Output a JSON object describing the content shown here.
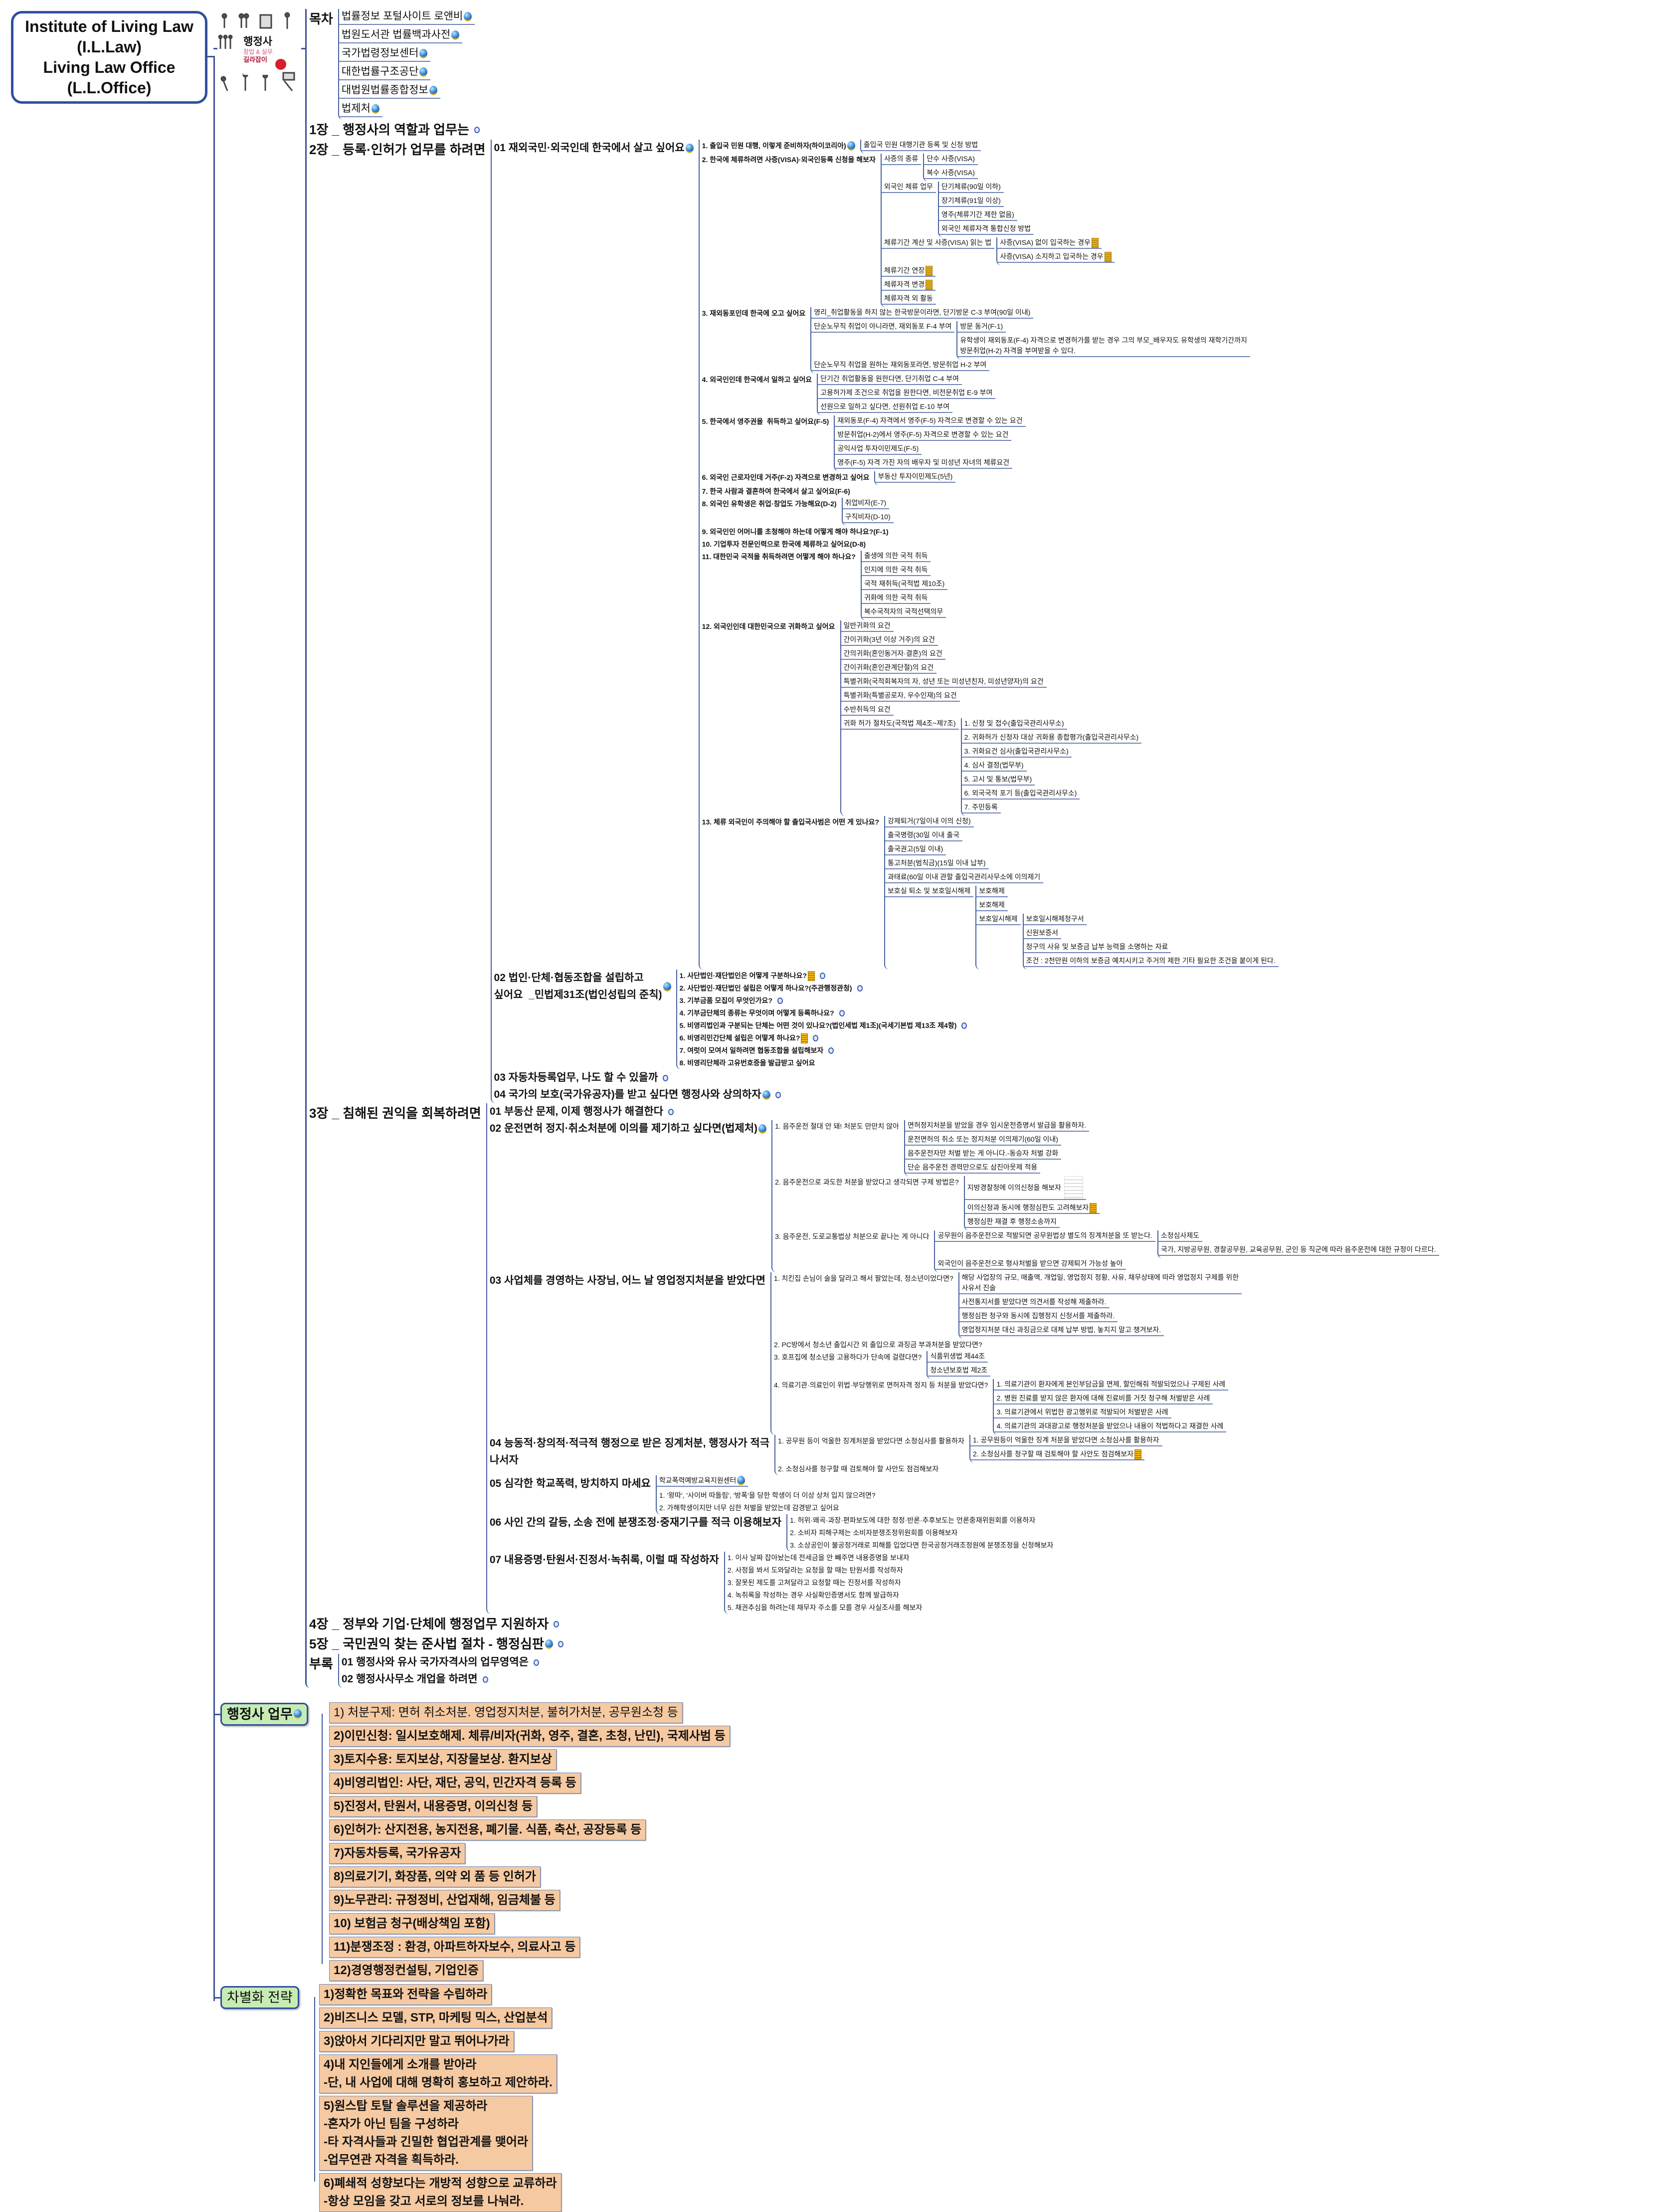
{
  "root": {
    "lines": [
      "Institute of Living Law",
      "(I.L.Law)",
      "Living Law Office",
      "(L.L.Office)"
    ]
  },
  "cover": {
    "title": "행정사",
    "subtitle": "창업 & 실무",
    "tagline": "길라잡이"
  },
  "colors": {
    "branch": "#3c5596",
    "box_fill": "#f5c9a1",
    "section_fill": "#c6ecb4",
    "root_border": "#2f4f9f"
  },
  "tree": [
    {
      "t": "목차",
      "c": [
        {
          "t": "법률정보 포털사이트 로앤비",
          "i": "globe"
        },
        {
          "t": "법원도서관 법률백과사전",
          "i": "globe"
        },
        {
          "t": "국가법령정보센터",
          "i": "globe"
        },
        {
          "t": "대한법률구조공단",
          "i": "globe"
        },
        {
          "t": "대법원법률종합정보",
          "i": "globe"
        },
        {
          "t": "법제처",
          "i": "globe"
        }
      ]
    },
    {
      "t": "1장 _ 행정사의 역할과 업무는",
      "i": "plus"
    },
    {
      "t": "2장 _ 등록·인허가 업무를 하려면",
      "c": [
        {
          "t": "01 재외국민·외국인데 한국에서 살고 싶어요",
          "i": "globe",
          "c": [
            {
              "t": "1. 출입국 민원 대행, 이렇게 준비하자(하이코리아)",
              "i": "globe",
              "c": [
                {
                  "t": "출입국 민원 대행기관 등록 및 신청 방법"
                }
              ]
            },
            {
              "t": "2. 한국에 체류하려면 사증(VISA)·외국인등록 신청을 해보자",
              "c": [
                {
                  "t": "사증의 종류",
                  "c": [
                    {
                      "t": "단수 사증(VISA)"
                    },
                    {
                      "t": "복수 사증(VISA)"
                    }
                  ]
                },
                {
                  "t": "외국인 체류 업무",
                  "c": [
                    {
                      "t": "단기체류(90일 이하)"
                    },
                    {
                      "t": "장기체류(91일 이상)"
                    },
                    {
                      "t": "영주(체류기간 제한 없음)"
                    },
                    {
                      "t": "외국인 체류자격 통합신청 방법"
                    }
                  ]
                },
                {
                  "t": "체류기간 계산 및 사증(VISA) 읽는 법",
                  "c": [
                    {
                      "t": "사증(VISA) 없이 입국하는 경우",
                      "i": "note"
                    },
                    {
                      "t": "사증(VISA) 소지하고 입국하는 경우",
                      "i": "note"
                    }
                  ]
                },
                {
                  "t": "체류기간 연장",
                  "i": "note"
                },
                {
                  "t": "체류자격 변경",
                  "i": "note"
                },
                {
                  "t": "체류자격 외 활동"
                }
              ]
            },
            {
              "t": "3. 재외동포인데 한국에 오고 싶어요",
              "c": [
                {
                  "t": "영리_취업활동을 하지 않는 한국방문이라면, 단기방문 C-3 부여(90일 이내)"
                },
                {
                  "t": "단순노무직 취업이 아니라면, 재외동포 F-4 부여",
                  "c": [
                    {
                      "t": "방문 동거(F-1)"
                    },
                    {
                      "t": "유학생이 재외동포(F-4) 자격으로 변경허가를 받는 경우 그의 부모_배우자도 유학생의 재학기간까지\n방문취업(H-2) 자격을 부여받을 수 있다."
                    }
                  ]
                },
                {
                  "t": "단순노무직 취업을 원하는 재외동포라면, 방문취업 H-2 부여"
                }
              ]
            },
            {
              "t": "4. 외국인인데 한국에서 일하고 싶어요",
              "c": [
                {
                  "t": "단기간 취업활동을 원한다면, 단기취업 C-4 부여"
                },
                {
                  "t": "고용허가제 조건으로 취업을 원한다면, 비전문취업 E-9 부여"
                },
                {
                  "t": "선원으로 일하고 싶다면, 선원취업 E-10 부여"
                }
              ]
            },
            {
              "t": "5. 한국에서 영주권을  취득하고 싶어요(F-5)",
              "c": [
                {
                  "t": "재외동포(F-4) 자격에서 영주(F-5) 자격으로 변경할 수 있는 요건"
                },
                {
                  "t": "방문취업(H-2)에서 영주(F-5) 자격으로 변경할 수 있는 요건"
                },
                {
                  "t": "공익사업 투자이민제도(F-5)"
                },
                {
                  "t": "영주(F-5) 자격 가진 자의 배우자 및 미성년 자녀의 체류요건"
                }
              ]
            },
            {
              "t": "6. 외국인 근로자인데 거주(F-2) 자격으로 변경하고 싶어요",
              "c": [
                {
                  "t": "부동산 투자이민제도(5년)"
                }
              ]
            },
            {
              "t": "7. 한국 사람과 결혼하여 한국에서 살고 싶어요(F-6)"
            },
            {
              "t": "8. 외국인 유학생은 취업·창업도 가능해요(D-2)",
              "c": [
                {
                  "t": "취업비자(E-7)"
                },
                {
                  "t": "구직비자(D-10)"
                }
              ]
            },
            {
              "t": "9. 외국인인 어머니를 초청해야 하는데 어떻게 해야 하나요?(F-1)"
            },
            {
              "t": "10. 기업투자 전문인력으로 한국에 체류하고 싶어요(D-8)"
            },
            {
              "t": "11. 대한민국 국적을 취득하려면 어떻게 해야 하나요?",
              "c": [
                {
                  "t": "출생에 의한 국적 취득"
                },
                {
                  "t": "인지에 의한 국적 취득"
                },
                {
                  "t": "국적 재취득(국적법 제10조)"
                },
                {
                  "t": "귀화에 의한 국적 취득"
                },
                {
                  "t": "복수국적자의 국적선택의무"
                }
              ]
            },
            {
              "t": "12. 외국인인데 대한민국으로 귀화하고 싶어요",
              "c": [
                {
                  "t": "일반귀화의 요건"
                },
                {
                  "t": "간이귀화(3년 이상 거주)의 요건"
                },
                {
                  "t": "간의귀화(혼인동거자·결혼)의 요건"
                },
                {
                  "t": "간이귀화(혼인관계단절)의 요건"
                },
                {
                  "t": "특별귀화(국적회복자의 자, 성년 또는 미성년친자, 미성년양자)의 요건"
                },
                {
                  "t": "특별귀화(특별공로자, 우수인재)의 요건"
                },
                {
                  "t": "수반취득의 요건"
                },
                {
                  "t": "귀화 허가 절차도(국적법 제4조~제7조)",
                  "c": [
                    {
                      "t": "1. 신청 및 접수(출입국관리사무소)"
                    },
                    {
                      "t": "2. 귀화허가 신청자 대상 귀화용 종합평가(출입국관리사무소)"
                    },
                    {
                      "t": "3. 귀화요건 심사(출입국관리사무소)"
                    },
                    {
                      "t": "4. 심사 결정(법무부)"
                    },
                    {
                      "t": "5. 고시 및 통보(법무부)"
                    },
                    {
                      "t": "6. 외국국적 포기 등(출입국관리사무소)"
                    },
                    {
                      "t": "7. 주민등록"
                    }
                  ]
                }
              ]
            },
            {
              "t": "13. 체류 외국인이 주의해야 할 출입국사범은 어떤 게 있나요?",
              "c": [
                {
                  "t": "강제퇴거(7일이내 이의 신청)"
                },
                {
                  "t": "출국명령(30일 이내 출국"
                },
                {
                  "t": "출국권고(5일 이내)"
                },
                {
                  "t": "통고처분(범칙금)(15일 이내 납부)"
                },
                {
                  "t": "과태료(60일 이내 관할 출입국관리사무소에 이의제기"
                },
                {
                  "t": "보호실 퇴소 및 보호일시해제",
                  "c": [
                    {
                      "t": "보호해제"
                    },
                    {
                      "t": "보호해제"
                    },
                    {
                      "t": "보호일시해제",
                      "c": [
                        {
                          "t": "보호일시해제청구서"
                        },
                        {
                          "t": "신원보증서"
                        },
                        {
                          "t": "청구의 사유 및 보증금 납부 능력을 소명하는 자료"
                        },
                        {
                          "t": "조건 : 2천만원 이하의 보증금 예치시키고 주거의 제한 기타 필요한 조건을 붙이게 된다."
                        }
                      ]
                    }
                  ]
                }
              ]
            }
          ]
        },
        {
          "t": "02 법인·단체·협동조합을 설립하고\n싶어요  _민법제31조(법인성립의 준칙)",
          "i": "globe",
          "c": [
            {
              "t": "1. 사단법인·재단법인은 어떻게 구분하나요?",
              "i": "note",
              "i2": "plus"
            },
            {
              "t": "2. 사단법인·재단법인 설립은 어떻게 하나요?(주관행정관청)",
              "i": "plus"
            },
            {
              "t": "3. 기부금품 모집이 무엇인가요?",
              "i": "plus"
            },
            {
              "t": "4. 기부금단체의 종류는 무엇이며 어떻게 등록하나요?",
              "i": "plus"
            },
            {
              "t": "5. 비영리법인과 구분되는 단체는 어떤 것이 있나요?(법인세법 제1조)(국세기본법 제13조 제4항)",
              "i": "plus"
            },
            {
              "t": "6. 비영리민간단체 설립은 어떻게 하나요?",
              "i": "note",
              "i2": "plus"
            },
            {
              "t": "7. 여럿이 모여서 일하려면 협동조합을 설립해보자",
              "i": "plus"
            },
            {
              "t": "8. 비영리단체라 고유번호증을 발급받고 싶어요"
            }
          ]
        },
        {
          "t": "03 자동차등록업무, 나도 할 수 있을까",
          "i": "plus"
        },
        {
          "t": "04 국가의 보호(국가유공자)를 받고 싶다면 행정사와 상의하자",
          "i": "globe",
          "i2": "plus"
        }
      ]
    },
    {
      "t": "3장 _ 침해된 권익을 회복하려면",
      "c": [
        {
          "t": "01 부동산 문제, 이제 행정사가 해결한다",
          "i": "plus"
        },
        {
          "t": "02 운전면허 정지·취소처분에 이의를 제기하고 싶다면(법제처)",
          "i": "globe",
          "c": [
            {
              "t": "1. 음주운전 절대 안 돼! 처분도 만만치 않아",
              "c": [
                {
                  "t": "면허정지처분을 받았을 경우 임시운전증명서 발급을 활용하자."
                },
                {
                  "t": "운전면허의 취소 또는 정지처분 이의제기(60일 이내)"
                },
                {
                  "t": "음주운전자만 처벌 받는 게 아니다.-동승자 처벌 강화"
                },
                {
                  "t": "단순 음주운전 경력만으로도 삼진아웃제 적용"
                }
              ]
            },
            {
              "t": "2. 음주운전으로 과도한 처분을 받았다고 생각되면 구제 방법은?",
              "c": [
                {
                  "t": "지방경찰청에 이의신청을 해보자",
                  "i": "thumb"
                },
                {
                  "t": "이의신청과 동시에 행정심판도 고려해보자",
                  "i": "note"
                },
                {
                  "t": "행정심판 재결 후 행정소송까지"
                }
              ]
            },
            {
              "t": "3. 음주운전, 도로교통법상 처분으로 끝나는 게 아니다",
              "c": [
                {
                  "t": "공무원이 음주운전으로 적발되면 공무원법상 별도의 징계처분을 또 받는다.",
                  "c": [
                    {
                      "t": "소청심사제도"
                    },
                    {
                      "t": "국가, 지방공무원, 경찰공무원, 교육공무원, 군인 등 직군에 따라 음주운전에 대한 규정이 다르다."
                    }
                  ]
                },
                {
                  "t": "외국인이 음주운전으로 형사처벌을 받으면 강제퇴거 가능성 높아"
                }
              ]
            }
          ]
        },
        {
          "t": "03 사업체를 경영하는 사장님, 어느 날 영업정지처분을 받았다면",
          "c": [
            {
              "t": "1. 치킨집 손님이 술을 달라고 해서 팔았는데, 청소년이었다면?",
              "c": [
                {
                  "t": "해당 사업장의 규모, 매출액, 개업일, 영업정지 정황, 사유, 채무상태에 따라 영업정지 구제를 위한\n사유서 진술"
                },
                {
                  "t": "사전통지서를 받았다면 의견서를 작성해 제출하라."
                },
                {
                  "t": "행정심판 청구와 동시에 집행정지 신청서를 제출하라."
                },
                {
                  "t": "영업정지처분 대신 과징금으로 대체 납부 방법, 놓치지 말고 챙겨보자."
                }
              ]
            },
            {
              "t": "2. PC방에서 청소년 출입시간 외 출입으로 과징금 부과처분을 받았다면?"
            },
            {
              "t": "3. 호프집에 청소년을 고용하다가 단속에 걸렸다면?",
              "c": [
                {
                  "t": "식품위생법 제44조"
                },
                {
                  "t": "청소년보호법 제2조"
                }
              ]
            },
            {
              "t": "4. 의료기관·의료인이 위법·부당행위로 면허자격 정지 등 처분을 받았다면?",
              "c": [
                {
                  "t": "1. 의료기관이 환자에게 본인부담금을 면제, 할인해줘 적발되었으나 구제된 사례"
                },
                {
                  "t": "2. 병원 진료를 받지 않은 환자에 대해 진료비를 거짓 청구해 처벌받은 사례"
                },
                {
                  "t": "3. 의료기관에서 위법한 광고행위로 적발되어 처벌받은 사례"
                },
                {
                  "t": "4. 의료기관의 과대광고로 행정처분을 받았으나 내용이 적법하다고 재결한 사례"
                }
              ]
            }
          ]
        },
        {
          "t": "04 능동적·창의적·적극적 행정으로 받은 징계처분, 행정사가 적극\n나서자",
          "c": [
            {
              "t": "1. 공무원 등이 억울한 징계처분을 받았다면 소청심사를 활용하자",
              "c": [
                {
                  "t": "1. 공무원등이 억울한 징계 처분을 받았다면 소청심사를 활용하자"
                },
                {
                  "t": "2. 소청심사를 청구할 때 검토해야 할 사안도 점검해보자",
                  "i": "note"
                }
              ]
            },
            {
              "t": "2. 소청심사를 청구할 때 검토해야 할 사안도 점검해보자"
            }
          ]
        },
        {
          "t": "05 심각한 학교폭력, 방치하지 마세요",
          "c": [
            {
              "t": "학교폭력예방교육지원센터",
              "i": "globe",
              "u": true
            },
            {
              "t": "1. '왕따', '사이버 따돌림', '방폭'을 당한 학생이 더 이상 상처 입지 않으려면?"
            },
            {
              "t": "2. 가해학생이지만 너무 심한 처벌을 받았는데 감경받고 싶어요"
            }
          ]
        },
        {
          "t": "06 사인 간의 갈등, 소송 전에 분쟁조정·중재기구를 적극 이용해보자",
          "c": [
            {
              "t": "1. 허위·왜곡·과장·편파보도에 대한 정정·반론·추후보도는 언론중재위원회를 이용하자"
            },
            {
              "t": "2. 소비자 피해구제는 소비자분쟁조정위원회를 이용해보자"
            },
            {
              "t": "3. 소상공인이 불공정거래로 피해를 입었다면 한국공정거래조정원에 분쟁조정을 신청해보자"
            }
          ]
        },
        {
          "t": "07 내용증명·탄원서·진정서·녹취록, 이럴 때 작성하자",
          "c": [
            {
              "t": "1. 이사 날짜 잡아놨는데 전세금을 안 빼주면 내용증명을 보내자"
            },
            {
              "t": "2. 사정을 봐서 도와달라는 요청을 할 때는 탄원서를 작성하자"
            },
            {
              "t": "3. 잘못된 제도를 고쳐달라고 요청할 때는 진정서를 작성하자"
            },
            {
              "t": "4. 녹취록을 작성하는 경우 사실확인증명서도 함께 발급하자"
            },
            {
              "t": "5. 채권추심을 하려는데 채무자 주소를 모를 경우 사실조사를 해보자"
            }
          ]
        }
      ]
    },
    {
      "t": "4장 _ 정부와 기업·단체에 행정업무 지원하자",
      "i": "plus"
    },
    {
      "t": "5장 _ 국민권익 찾는 준사법 절차 - 행정심판",
      "i": "globe",
      "i2": "plus"
    },
    {
      "t": "부록",
      "c": [
        {
          "t": "01 행정사와 유사 국가자격사의 업무영역은",
          "i": "plus"
        },
        {
          "t": "02 행정사사무소 개업을 하려면",
          "i": "plus"
        }
      ]
    }
  ],
  "work": {
    "title": "행정사 업무",
    "items": [
      "1) 처분구제: 면허 취소처분. 영업정지처분, 불허가처분, 공무원소청 등",
      "2)이민신청: 일시보호해제. 체류/비자(귀화, 영주, 결혼, 초청, 난민), 국제사범 등",
      "3)토지수용: 토지보상, 지장물보상. 환지보상",
      "4)비영리법인: 사단, 재단, 공익, 민간자격 등록 등",
      "5)진정서, 탄원서, 내용증명, 이의신청 등",
      "6)인허가: 산지전용, 농지전용, 폐기물. 식품, 축산, 공장등록 등",
      "7)자동차등록, 국가유공자",
      "8)의료기기, 화장품, 의약 외 품 등 인허가",
      "9)노무관리: 규정정비, 산업재해, 임금체불 등",
      "10) 보험금 청구(배상책임 포함)",
      "11)분쟁조정 : 환경, 아파트하자보수, 의료사고 등",
      "12)경영행정컨설팅, 기업인증"
    ]
  },
  "strategy": {
    "title": "차별화 전략",
    "items": [
      "1)정확한 목표와 전략을 수립하라",
      "2)비즈니스 모델, STP, 마케팅 믹스, 산업분석",
      "3)앉아서 기다리지만 말고 뛰어나가라",
      "4)내 지인들에게 소개를 받아라\n-단, 내 사업에 대해 명확히 홍보하고 제안하라.",
      "5)원스탑 토탈 솔루션을 제공하라\n-혼자가 아닌 팀을 구성하라\n-타 자격사들과 긴밀한 협업관계를 맺어라\n-업무연관 자격을 획득하라.",
      "6)폐쇄적 성향보다는 개방적 성향으로 교류하라\n-항상 모임을 갖고 서로의 정보를 나눠라."
    ]
  }
}
